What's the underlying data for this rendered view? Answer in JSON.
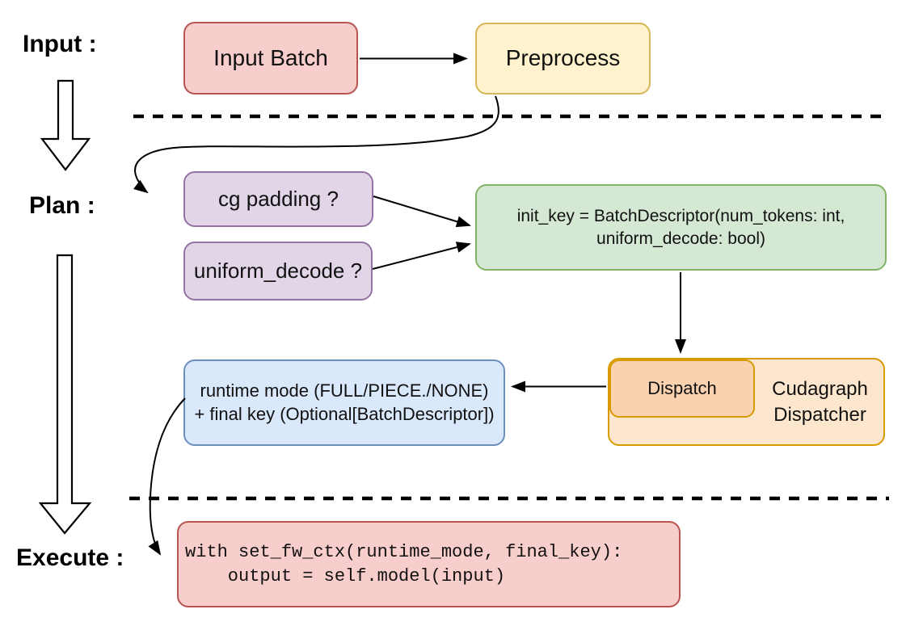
{
  "labels": {
    "input": "Input :",
    "plan": "Plan :",
    "execute": "Execute :"
  },
  "nodes": {
    "input_batch": "Input Batch",
    "preprocess": "Preprocess",
    "cg_padding": "cg padding ?",
    "uniform_decode": "uniform_decode ?",
    "init_key_line1": "init_key = BatchDescriptor(num_tokens: int,",
    "init_key_line2": "uniform_decode: bool)",
    "dispatch": "Dispatch",
    "cudagraph_line1": "Cudagraph",
    "cudagraph_line2": "Dispatcher",
    "runtime_line1": "runtime mode (FULL/PIECE./NONE)",
    "runtime_line2": "+ final key (Optional[BatchDescriptor])",
    "code_line1": "with set_fw_ctx(runtime_mode, final_key):",
    "code_line2": "    output = self.model(input)"
  },
  "colors": {
    "red_fill": "#F8CECC",
    "red_stroke": "#B85450",
    "yellow_fill": "#FFF2CC",
    "yellow_stroke": "#D6B656",
    "purple_fill": "#E1D5E7",
    "purple_stroke": "#9673A6",
    "green_fill": "#D5E8D4",
    "green_stroke": "#82B366",
    "blue_fill": "#DAE8FC",
    "blue_stroke": "#6C8EBF",
    "orange_outer_fill": "#FCE7CE",
    "orange_inner_fill": "#FAD2B0",
    "orange_stroke": "#D79B00",
    "line": "#000000"
  }
}
